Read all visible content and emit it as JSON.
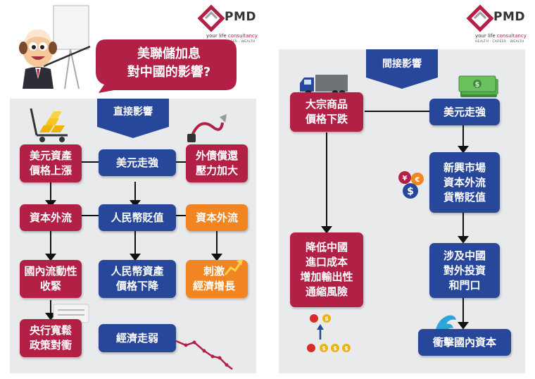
{
  "brand": {
    "name": "PMD",
    "tagline_prefix": "your life ",
    "tagline_highlight": "consultancy",
    "tagline_sub": "HEALTH · CAREER · WEALTH"
  },
  "colors": {
    "red": "#b22045",
    "blue": "#27479b",
    "orange": "#f08521",
    "panel": "#e9eaec"
  },
  "left": {
    "question": "美聯儲加息\n對中國的影響?",
    "header": "直接影響",
    "nodes": {
      "usd_asset": "美元資產\n價格上漲",
      "usd_strong": "美元走強",
      "debt": "外債償還\n壓力加大",
      "outflow_left": "資本外流",
      "rmb_depreciate": "人民幣貶值",
      "outflow_right": "資本外流",
      "liquidity": "國內流動性\n收緊",
      "rmb_asset": "人民幣資產\n價格下降",
      "stimulate": "刺激\n經濟增長",
      "central_bank": "央行寬鬆\n政策對衝",
      "econ_weak": "經濟走弱"
    },
    "icons": [
      "presenter-icon",
      "gold-cart-icon",
      "jumper-cable-icon",
      "growth-arrow-icon",
      "document-icon",
      "decline-chart-icon"
    ]
  },
  "right": {
    "header": "間接影響",
    "nodes": {
      "commodity": "大宗商品\n價格下跌",
      "usd_strong": "美元走強",
      "emerging": "新興市場\n資本外流\n貨幣貶值",
      "lower_cost": "降低中國\n進口成本\n增加輸出性\n通縮風險",
      "china_invest": "涉及中國\n對外投資\n和門口",
      "impact": "衝擊國內資本"
    },
    "icons": [
      "truck-icon",
      "cash-icon",
      "currency-coins-icon",
      "apple-coin-icon",
      "wave-icon"
    ]
  }
}
